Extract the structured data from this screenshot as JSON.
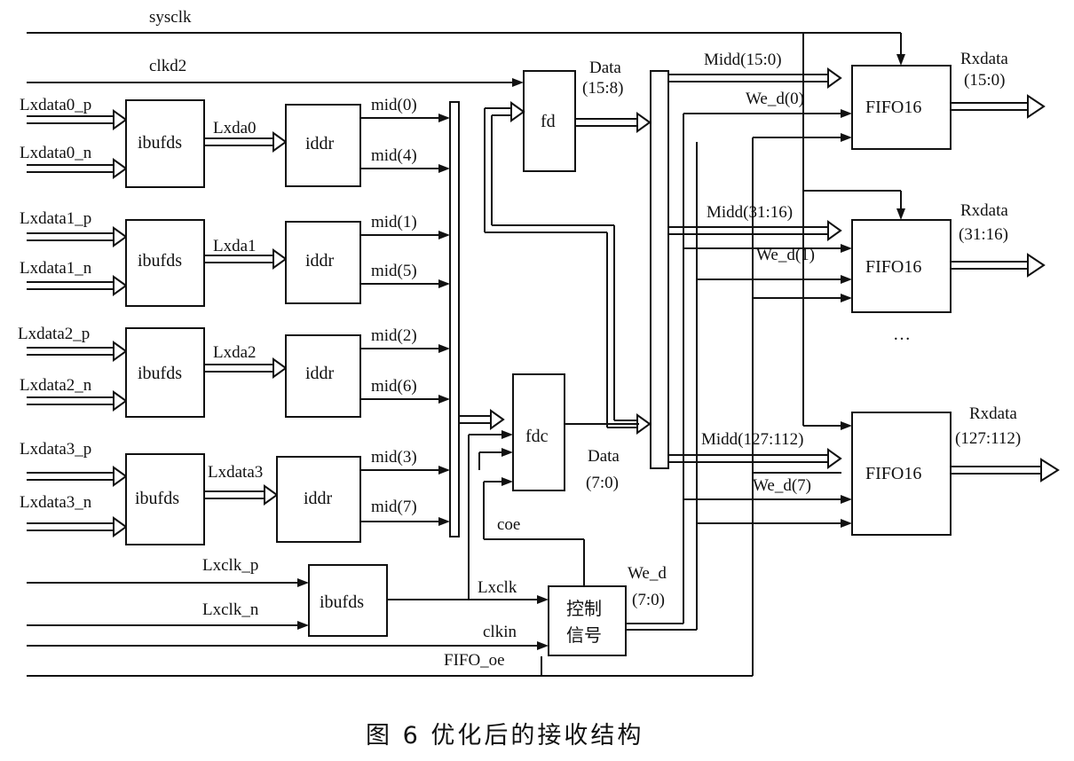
{
  "top_signals": {
    "sysclk": "sysclk",
    "clkd2": "clkd2"
  },
  "lanes": [
    {
      "in_p": "Lxdata0_p",
      "in_n": "Lxdata0_n",
      "ibufds": "ibufds",
      "bus": "Lxda0",
      "iddr": "iddr",
      "mid_a": "mid(0)",
      "mid_b": "mid(4)"
    },
    {
      "in_p": "Lxdata1_p",
      "in_n": "Lxdata1_n",
      "ibufds": "ibufds",
      "bus": "Lxda1",
      "iddr": "iddr",
      "mid_a": "mid(1)",
      "mid_b": "mid(5)"
    },
    {
      "in_p": "Lxdata2_p",
      "in_n": "Lxdata2_n",
      "ibufds": "ibufds",
      "bus": "Lxda2",
      "iddr": "iddr",
      "mid_a": "mid(2)",
      "mid_b": "mid(6)"
    },
    {
      "in_p": "Lxdata3_p",
      "in_n": "Lxdata3_n",
      "ibufds": "ibufds",
      "bus": "Lxdata3",
      "iddr": "iddr",
      "mid_a": "mid(3)",
      "mid_b": "mid(7)"
    }
  ],
  "fd": {
    "name": "fd",
    "out_line1": "Data",
    "out_line2": "(15:8)"
  },
  "fdc": {
    "name": "fdc",
    "out_line1": "Data",
    "out_line2": "(7:0)"
  },
  "clock_in": {
    "p": "Lxclk_p",
    "n": "Lxclk_n",
    "ibufds": "ibufds"
  },
  "control": {
    "line1": "控制",
    "line2": "信号",
    "coe": "coe",
    "lxclk": "Lxclk",
    "clkin": "clkin",
    "fifo_oe": "FIFO_oe",
    "we_line1": "We_d",
    "we_line2": "(7:0)"
  },
  "fifos": [
    {
      "name": "FIFO16",
      "midd": "Midd(15:0)",
      "we": "We_d(0)",
      "out_line1": "Rxdata",
      "out_line2": "(15:0)"
    },
    {
      "name": "FIFO16",
      "midd": "Midd(31:16)",
      "we": "We_d(1)",
      "out_line1": "Rxdata",
      "out_line2": "(31:16)"
    },
    {
      "name": "FIFO16",
      "midd": "Midd(127:112)",
      "we": "We_d(7)",
      "out_line1": "Rxdata",
      "out_line2": "(127:112)"
    }
  ],
  "ellipsis": "…",
  "caption": "图 6   优化后的接收结构"
}
